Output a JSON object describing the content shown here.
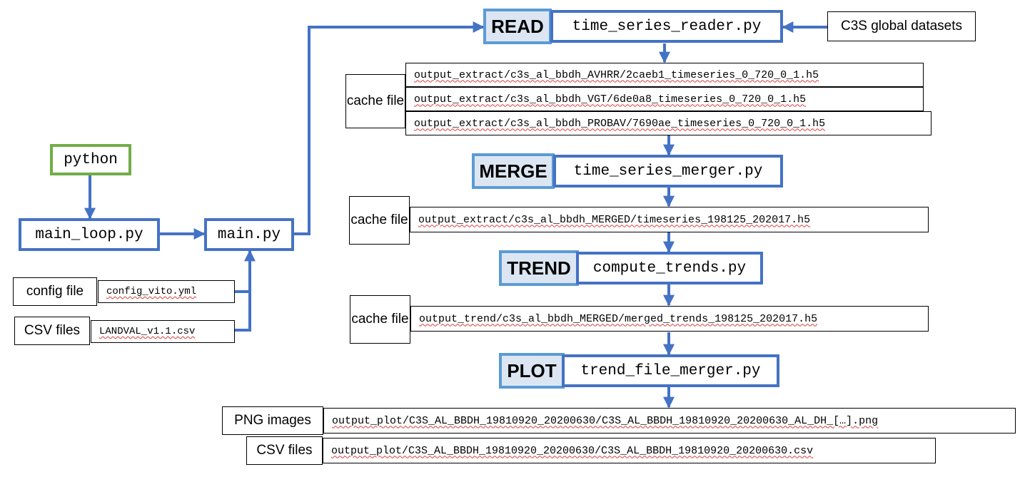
{
  "colors": {
    "connector": "#4472c4",
    "stage_fill": "#dce6f2",
    "stage_border": "#5b9bd5",
    "python_border": "#70ad47"
  },
  "entry": {
    "python": "python",
    "main_loop": "main_loop.py",
    "main": "main.py",
    "config_label": "config file",
    "config_file": "config_vito.yml",
    "csv_label": "CSV files",
    "csv_file": "LANDVAL_v1.1.csv"
  },
  "read": {
    "stage": "READ",
    "script": "time_series_reader.py",
    "source": "C3S global datasets",
    "cache_label": "cache file",
    "cache_files": [
      "output_extract/c3s_al_bbdh_AVHRR/2caeb1_timeseries_0_720_0_1.h5",
      "output_extract/c3s_al_bbdh_VGT/6de0a8_timeseries_0_720_0_1.h5",
      "output_extract/c3s_al_bbdh_PROBAV/7690ae_timeseries_0_720_0_1.h5"
    ]
  },
  "merge": {
    "stage": "MERGE",
    "script": "time_series_merger.py",
    "cache_label": "cache file",
    "cache_file": "output_extract/c3s_al_bbdh_MERGED/timeseries_198125_202017.h5"
  },
  "trend": {
    "stage": "TREND",
    "script": "compute_trends.py",
    "cache_label": "cache file",
    "cache_file": "output_trend/c3s_al_bbdh_MERGED/merged_trends_198125_202017.h5"
  },
  "plot": {
    "stage": "PLOT",
    "script": "trend_file_merger.py",
    "png_label": "PNG images",
    "png_file": "output_plot/C3S_AL_BBDH_19810920_20200630/C3S_AL_BBDH_19810920_20200630_AL_DH_[…].png",
    "csv_label": "CSV files",
    "csv_file": "output_plot/C3S_AL_BBDH_19810920_20200630/C3S_AL_BBDH_19810920_20200630.csv"
  }
}
